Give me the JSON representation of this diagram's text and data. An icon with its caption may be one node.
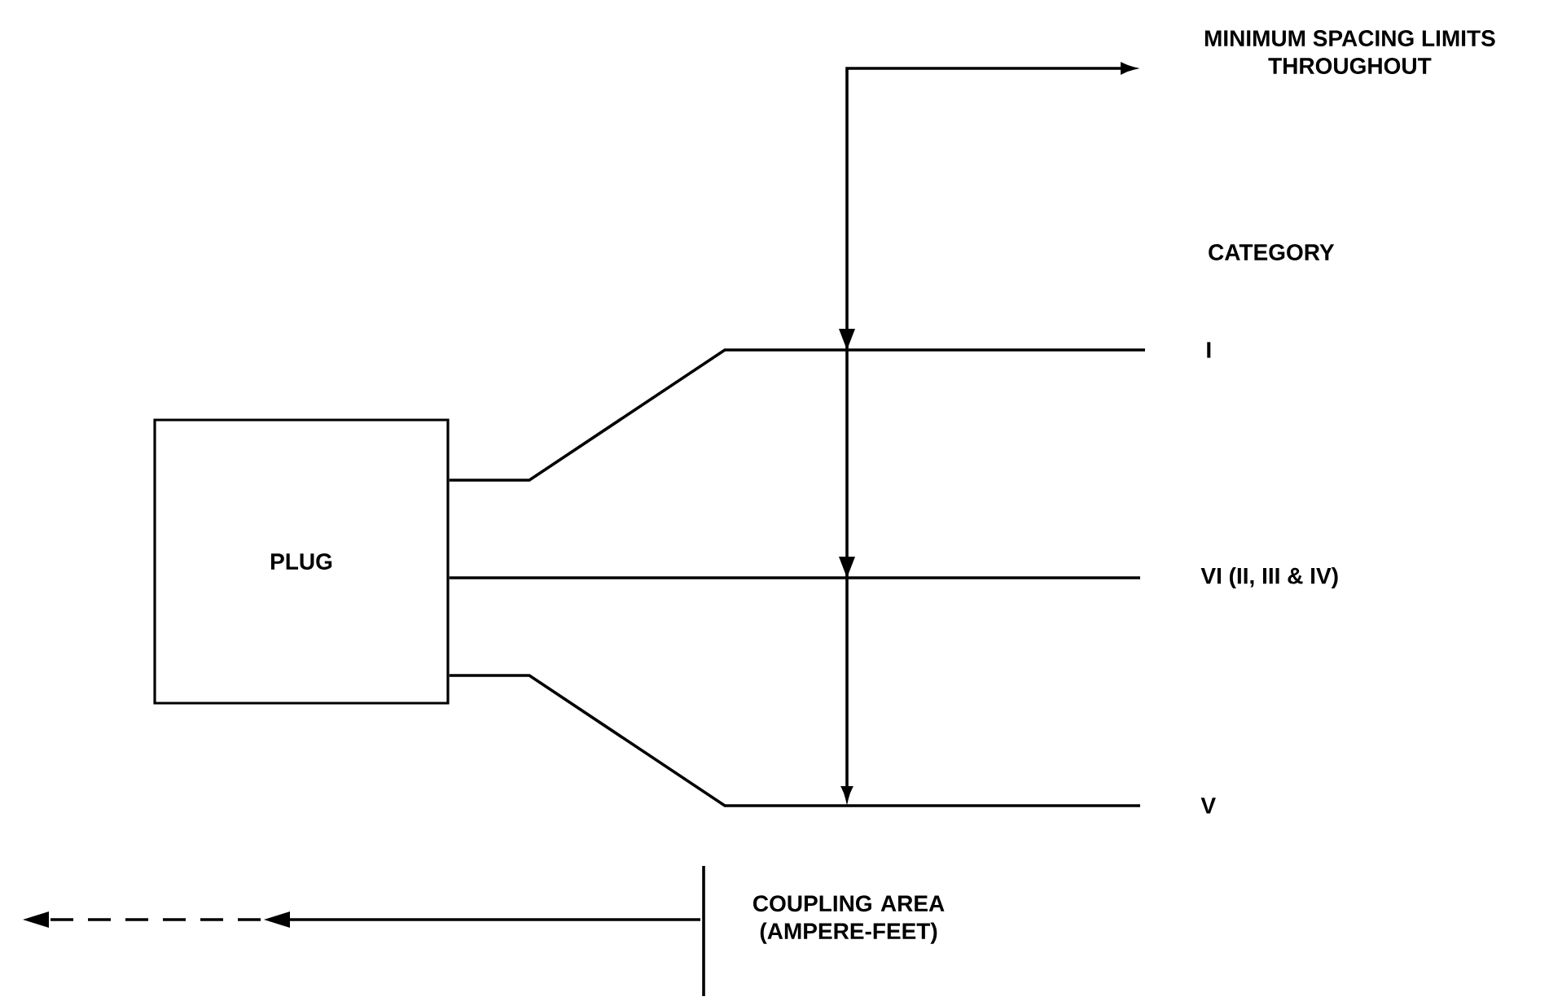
{
  "diagram": {
    "nodes": [
      {
        "text": [
          "PLUG"
        ]
      },
      {
        "text": [
          "I"
        ]
      },
      {
        "text": [
          "VI (II, III & IV)"
        ]
      },
      {
        "text": [
          "V"
        ]
      },
      {
        "text": [
          "MINIMUM SPACING LIMITS THROUGHOUT"
        ]
      }
    ],
    "edges": [
      {
        "from": 0,
        "to": 1,
        "arrow": "none"
      },
      {
        "from": 0,
        "to": 2,
        "arrow": "none"
      },
      {
        "from": 0,
        "to": 3,
        "arrow": "none"
      },
      {
        "from": null,
        "to": 4,
        "arrow": "both"
      }
    ],
    "labels": [
      "CATEGORY",
      "COUPLING AREA (AMPERE-FEET)"
    ]
  }
}
